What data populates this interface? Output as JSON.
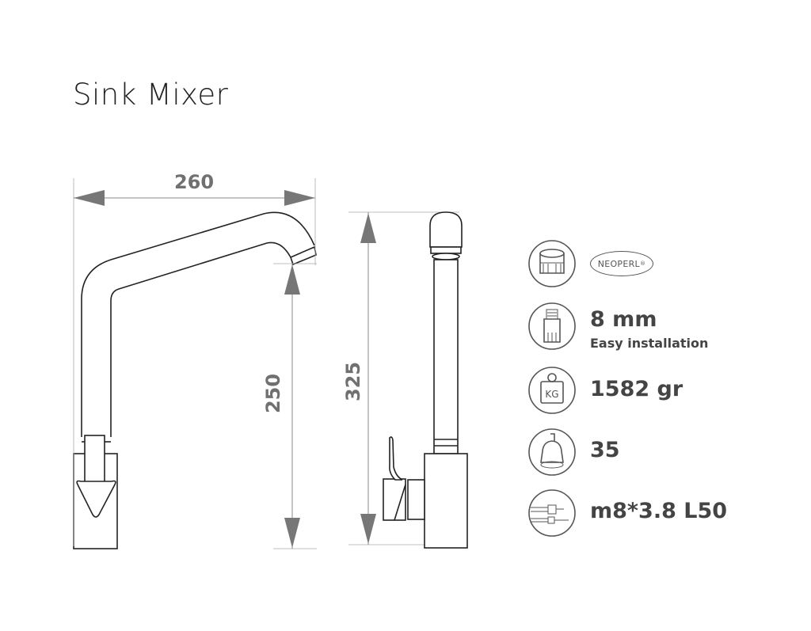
{
  "title": "Sink Mixer",
  "dimensions": {
    "width": "260",
    "spout_height": "250",
    "total_height": "325"
  },
  "specs": [
    {
      "icon": "aerator-icon",
      "brand": "NEOPERL",
      "brand_mark": "®"
    },
    {
      "icon": "hose-connector-icon",
      "value": "8 mm",
      "sub": "Easy installation"
    },
    {
      "icon": "weight-kg-icon",
      "value": "1582 gr",
      "icon_text": "KG"
    },
    {
      "icon": "cartridge-icon",
      "value": "35"
    },
    {
      "icon": "flexible-hose-icon",
      "value": "m8*3.8 L50"
    }
  ],
  "colors": {
    "line": "#222222",
    "dimension": "#707070",
    "text": "#444444"
  }
}
